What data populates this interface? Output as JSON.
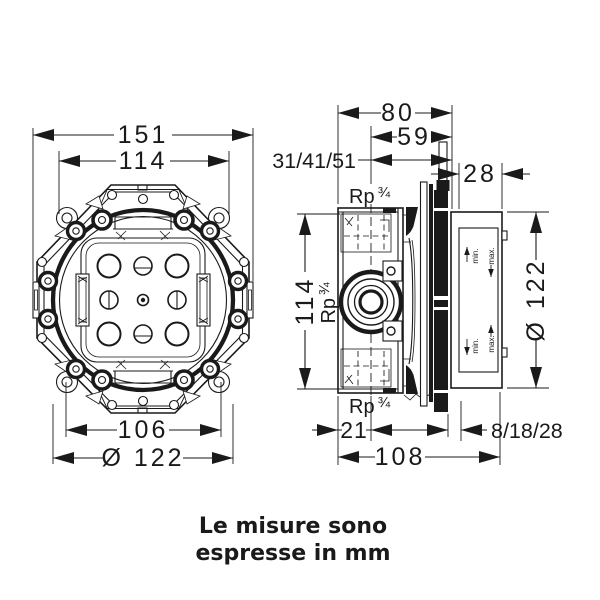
{
  "colors": {
    "ink": "#1a1a1a",
    "background": "#ffffff"
  },
  "front_view": {
    "dim_overall_width": "151",
    "dim_bolt_spacing": "114",
    "dim_inner_width": "106",
    "dim_diameter": "Ø 122"
  },
  "side_view": {
    "dim_depth": "80",
    "dim_depth_inner": "59",
    "dim_install_range": "31/41/51",
    "dim_cap_depth": "28",
    "dim_height": "114",
    "dim_diameter": "Ø 122",
    "dim_port_offset": "21",
    "dim_finish_range": "8/18/28",
    "dim_total_depth": "108",
    "thread_label": "Rp",
    "thread_fraction": "¾",
    "min_label": "min.",
    "max_label": "max."
  },
  "note": {
    "line1": "Le misure sono",
    "line2": "espresse in mm"
  }
}
